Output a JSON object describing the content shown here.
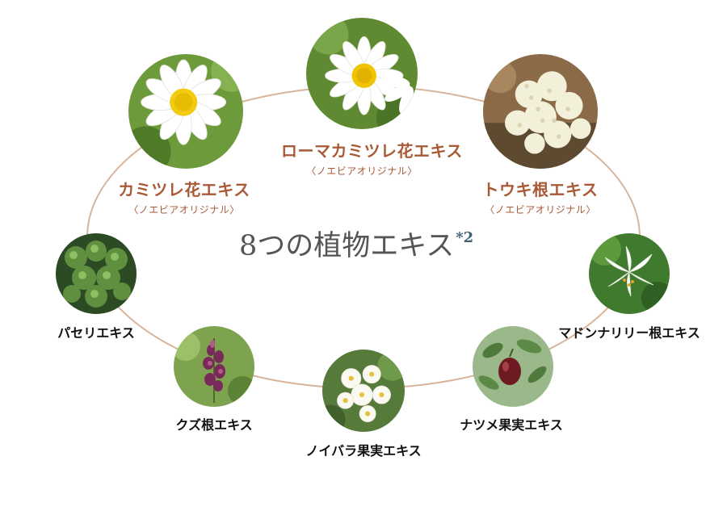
{
  "title": "8つの植物エキス",
  "title_note": "*2",
  "colors": {
    "accent": "#a85a36",
    "ring": "#d9b49c",
    "note": "#3a5f70"
  },
  "extracts": [
    {
      "name": "ローマカミツレ花エキス",
      "sub": "〈ノエビアオリジナル〉",
      "image": "roman-chamomile-flower-photo"
    },
    {
      "name": "トウキ根エキス",
      "sub": "〈ノエビアオリジナル〉",
      "image": "angelica-flower-photo"
    },
    {
      "name": "マドンナリリー根エキス",
      "image": "madonna-lily-photo"
    },
    {
      "name": "ナツメ果実エキス",
      "image": "jujube-fruit-photo"
    },
    {
      "name": "ノイバラ果実エキス",
      "image": "wild-rose-photo"
    },
    {
      "name": "クズ根エキス",
      "image": "kudzu-flower-photo"
    },
    {
      "name": "パセリエキス",
      "image": "parsley-photo"
    },
    {
      "name": "カミツレ花エキス",
      "sub": "〈ノエビアオリジナル〉",
      "image": "chamomile-flower-photo"
    }
  ]
}
